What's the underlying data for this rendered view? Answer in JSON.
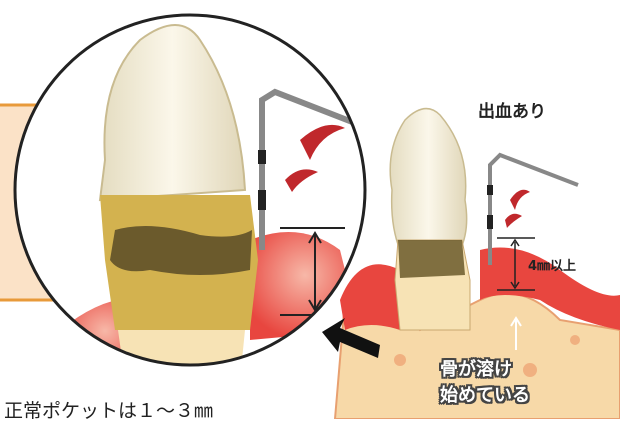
{
  "labels": {
    "bleeding": "出血あり",
    "pocket_depth": "4㎜以上",
    "bone_line1": "骨が溶け",
    "bone_line2": "始めている",
    "normal_pocket": "正常ポケットは１～３㎜"
  },
  "colors": {
    "gum": "#e8463f",
    "bone": "#f7d9a8",
    "tooth": "#f3ecd6",
    "tartar": "#6b5a2c",
    "callout_border": "#e89a3a",
    "callout_fill": "#fbe2c7"
  }
}
